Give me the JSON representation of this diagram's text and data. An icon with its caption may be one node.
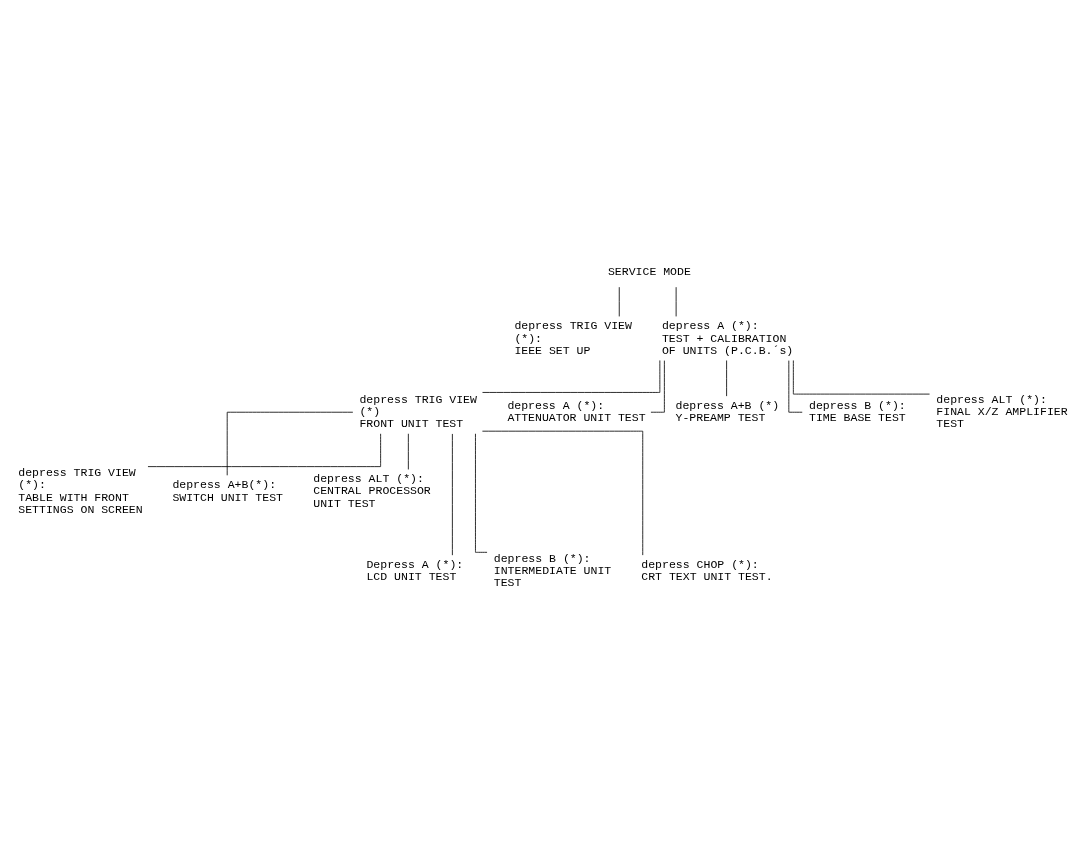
{
  "diagram": {
    "nodes": [
      {
        "text": [
          "SERVICE MODE"
        ]
      },
      {
        "text": [
          "depress TRIG VIEW (*):",
          "IEEE SET UP"
        ]
      },
      {
        "text": [
          "depress A (*):",
          "TEST + CALIBRATION OF UNITS (P.C.B.´s)"
        ]
      },
      {
        "text": [
          "depress TRIG VIEW (*)",
          "FRONT UNIT TEST"
        ]
      },
      {
        "text": [
          "depress A (*):",
          "ATTENUATOR UNIT TEST"
        ]
      },
      {
        "text": [
          "depress A+B (*)",
          "Y-PREAMP TEST"
        ]
      },
      {
        "text": [
          "depress B (*):",
          "TIME BASE TEST"
        ]
      },
      {
        "text": [
          "depress ALT (*):",
          "FINAL X/Z AMPLIFIER TEST"
        ]
      },
      {
        "text": [
          "depress TRIG VIEW (*):",
          "TABLE WITH FRONT SETTINGS ON SCREEN"
        ]
      },
      {
        "text": [
          "depress A+B(*):",
          "SWITCH UNIT TEST"
        ]
      },
      {
        "text": [
          "depress ALT (*):",
          "CENTRAL PROCESSOR UNIT TEST"
        ]
      },
      {
        "text": [
          "Depress A (*):",
          "LCD UNIT TEST"
        ]
      },
      {
        "text": [
          "depress B (*):",
          "INTERMEDIATE UNIT TEST"
        ]
      },
      {
        "text": [
          "depress CHOP (*):",
          "CRT TEXT UNIT TEST."
        ]
      }
    ],
    "edges": [
      {
        "from": 0,
        "to": 1,
        "arrow": "none"
      },
      {
        "from": 0,
        "to": 2,
        "arrow": "none"
      },
      {
        "from": 2,
        "to": 3,
        "arrow": "none"
      },
      {
        "from": 2,
        "to": 4,
        "arrow": "none"
      },
      {
        "from": 2,
        "to": 5,
        "arrow": "none"
      },
      {
        "from": 2,
        "to": 6,
        "arrow": "none"
      },
      {
        "from": 2,
        "to": 7,
        "arrow": "none"
      },
      {
        "from": 3,
        "to": 8,
        "arrow": "none"
      },
      {
        "from": 3,
        "to": 11,
        "arrow": "none"
      },
      {
        "from": 3,
        "to": 9,
        "arrow": "none"
      },
      {
        "from": 3,
        "to": 12,
        "arrow": "none"
      },
      {
        "from": 3,
        "to": 10,
        "arrow": "none"
      },
      {
        "from": 3,
        "to": 13,
        "arrow": "none"
      }
    ]
  }
}
